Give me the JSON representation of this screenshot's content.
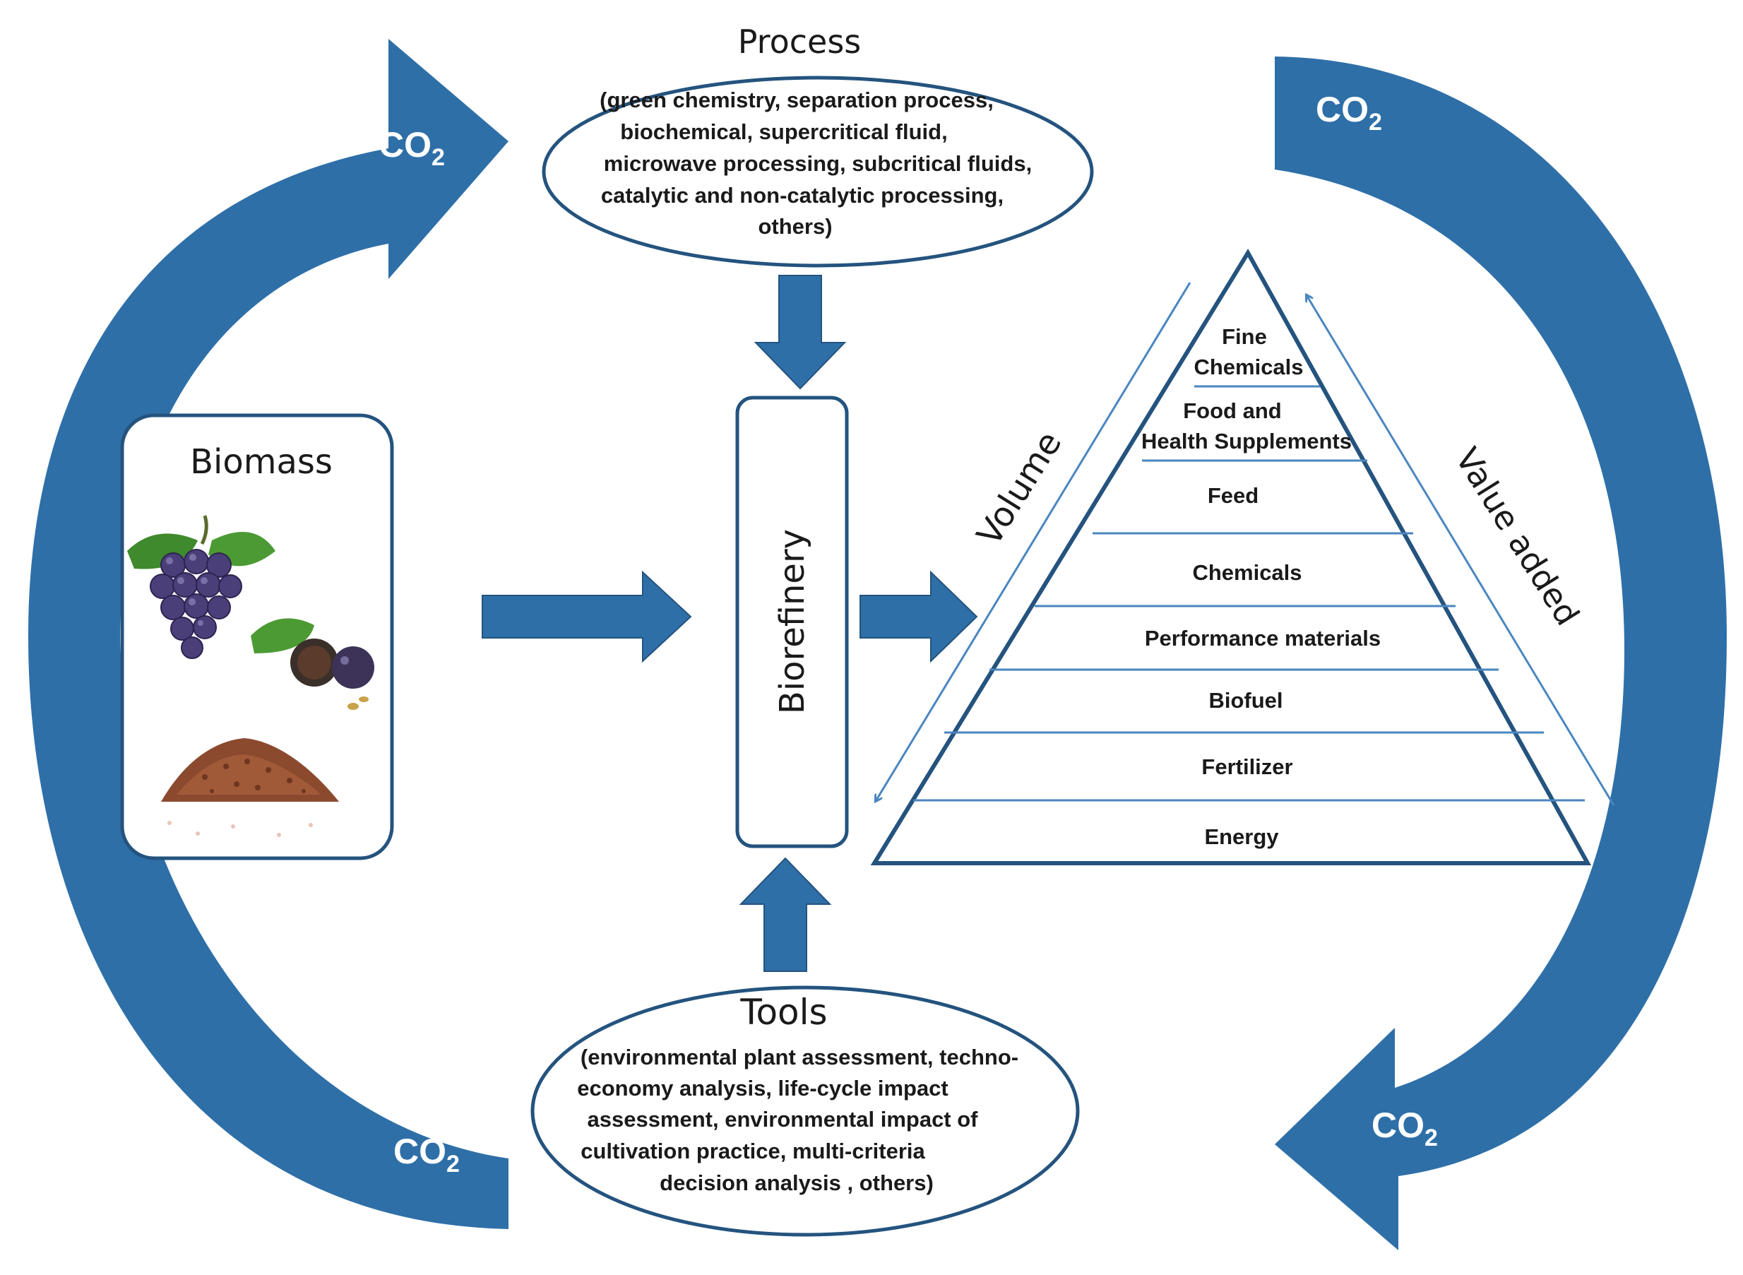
{
  "process": {
    "title": "Process",
    "lines": [
      "(green chemistry, separation process,",
      "biochemical, supercritical fluid,",
      "microwave  processing, subcritical fluids,",
      "catalytic  and  non-catalytic processing,",
      "others)"
    ]
  },
  "tools": {
    "title": "Tools",
    "lines": [
      "(environmental plant assessment, techno-",
      "economy analysis, life-cycle impact",
      "assessment, environmental impact of",
      "cultivation practice, multi-criteria",
      "decision analysis , others)"
    ]
  },
  "biomass": {
    "title": "Biomass"
  },
  "biorefinery": {
    "label": "Biorefinery"
  },
  "co2": {
    "label": "CO",
    "subscript": "2"
  },
  "pyramid": {
    "volume_label": "Volume",
    "value_added_label": "Value added",
    "levels": [
      [
        "Fine",
        "Chemicals"
      ],
      [
        "Food and",
        "Health Supplements"
      ],
      [
        "Feed"
      ],
      [
        "Chemicals"
      ],
      [
        "Performance materials"
      ],
      [
        "Biofuel"
      ],
      [
        "Fertilizer"
      ],
      [
        "Energy"
      ]
    ]
  },
  "colors": {
    "arrow_blue": "#2e6fa8",
    "outline_blue": "#24537e",
    "thin_arrow_blue": "#4a86c0",
    "text": "#1a1a1a"
  }
}
